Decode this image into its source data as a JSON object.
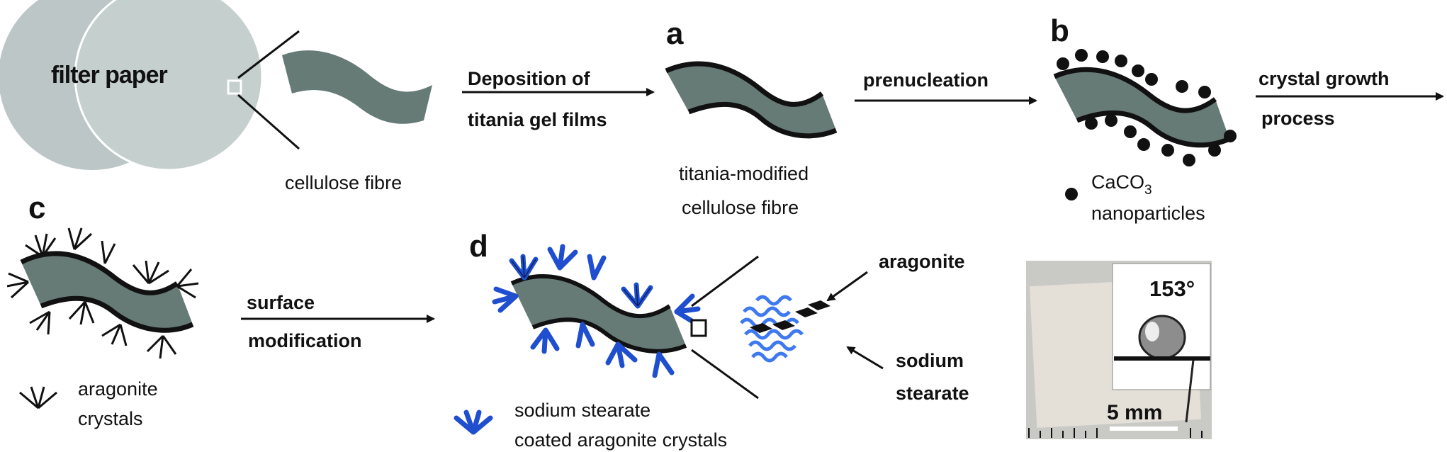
{
  "panel_letters": {
    "a": "a",
    "b": "b",
    "c": "c",
    "d": "d"
  },
  "filter_paper": {
    "label": "filter paper"
  },
  "cellulose_fibre": {
    "label": "cellulose fibre"
  },
  "step_titania": {
    "line1": "Deposition of",
    "line2": "titania gel films"
  },
  "titania_fibre": {
    "line1": "titania-modified",
    "line2": "cellulose fibre"
  },
  "step_prenucleation": {
    "label": "prenucleation"
  },
  "caco3": {
    "formula": "CaCO",
    "subscript": "3",
    "line2": "nanoparticles"
  },
  "step_crystal_growth": {
    "line1": "crystal growth",
    "line2": "process"
  },
  "aragonite_crystals": {
    "line1": "aragonite",
    "line2": "crystals"
  },
  "step_surface": {
    "line1": "surface",
    "line2": "modification"
  },
  "coated_crystals": {
    "line1": "sodium stearate",
    "line2": "coated aragonite crystals"
  },
  "zoom_labels": {
    "aragonite": "aragonite",
    "sodium1": "sodium",
    "sodium2": "stearate"
  },
  "photo": {
    "angle": "153°",
    "scale": "5 mm"
  },
  "colors": {
    "fibre": "#667a76",
    "paper_dark": "#b9c4c4",
    "paper_light": "#c9d3d2",
    "stearate_blue": "#1f4fcf",
    "stearate_light": "#3f79f0"
  }
}
